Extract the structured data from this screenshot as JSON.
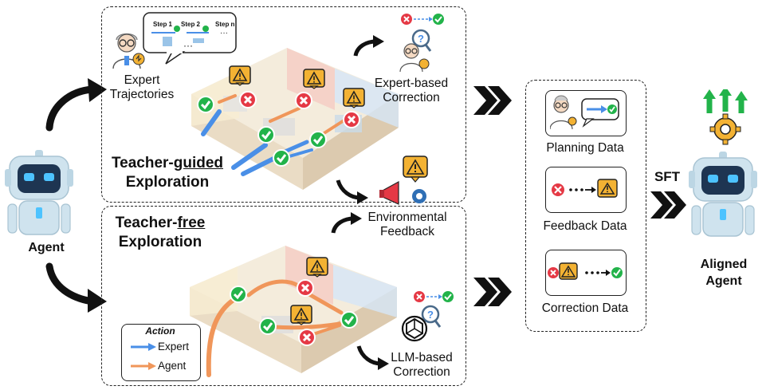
{
  "agent": {
    "label": "Agent"
  },
  "aligned_agent": {
    "line1": "Aligned",
    "line2": "Agent"
  },
  "sft_label": "SFT",
  "teacher_guided": {
    "title_prefix": "Teacher-",
    "title_emph": "guided",
    "title_line2": "Exploration",
    "expert_traj_line1": "Expert",
    "expert_traj_line2": "Trajectories",
    "expert_corr_line1": "Expert-based",
    "expert_corr_line2": "Correction",
    "steps": [
      "Step 1",
      "Step 2",
      "Step n"
    ],
    "ellipsis": "···"
  },
  "teacher_free": {
    "title_prefix": "Teacher-",
    "title_emph": "free",
    "title_line2": "Exploration",
    "env_fb_line1": "Environmental",
    "env_fb_line2": "Feedback",
    "llm_corr_line1": "LLM-based",
    "llm_corr_line2": "Correction"
  },
  "legend": {
    "title": "Action",
    "items": [
      {
        "label": "Expert",
        "color": "#4a8fe7"
      },
      {
        "label": "Agent",
        "color": "#f0965a"
      }
    ]
  },
  "data_panel": {
    "items": [
      {
        "label": "Planning Data"
      },
      {
        "label": "Feedback Data"
      },
      {
        "label": "Correction Data"
      }
    ]
  },
  "colors": {
    "expert_arrow": "#4a8fe7",
    "agent_arrow": "#f0965a",
    "check": "#22b34a",
    "cross": "#e53945",
    "warning": "#f3b233",
    "robot_body": "#cfe3ee",
    "robot_face": "#1e3552"
  }
}
